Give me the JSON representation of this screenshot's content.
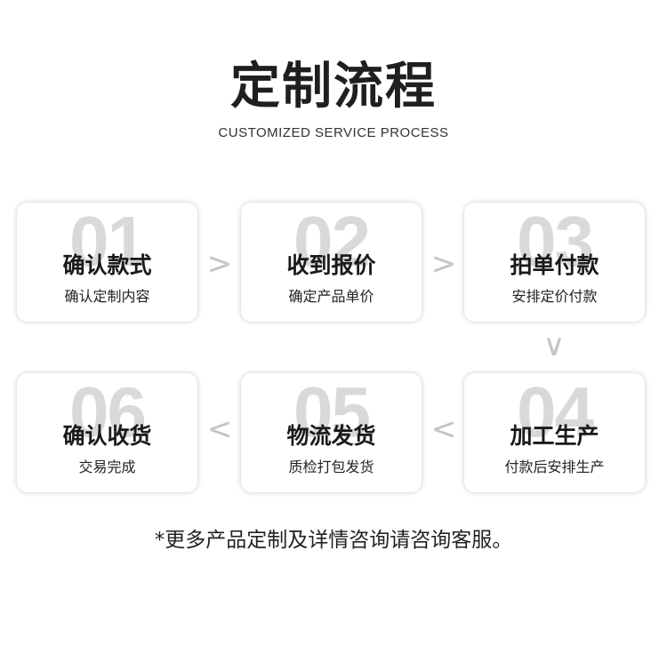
{
  "title": "定制流程",
  "subtitle": "CUSTOMIZED SERVICE PROCESS",
  "steps": [
    {
      "num": "01",
      "title": "确认款式",
      "desc": "确认定制内容"
    },
    {
      "num": "02",
      "title": "收到报价",
      "desc": "确定产品单价"
    },
    {
      "num": "03",
      "title": "拍单付款",
      "desc": "安排定价付款"
    },
    {
      "num": "04",
      "title": "加工生产",
      "desc": "付款后安排生产"
    },
    {
      "num": "05",
      "title": "物流发货",
      "desc": "质检打包发货"
    },
    {
      "num": "06",
      "title": "确认收货",
      "desc": "交易完成"
    }
  ],
  "arrows": {
    "right": ">",
    "down": "∨",
    "left": "<"
  },
  "note": "*更多产品定制及详情咨询请咨询客服。"
}
